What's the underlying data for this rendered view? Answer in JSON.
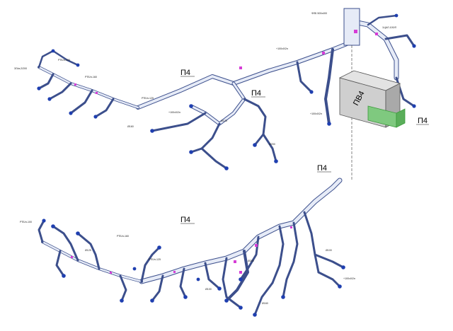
{
  "system_labels": {
    "p4_a": "П4",
    "p4_b": "П4",
    "p4_c": "П4",
    "p4_d": "П4",
    "pv4": "ПВ4"
  },
  "colors": {
    "duct_outline": "#3c4f8c",
    "duct_fill": "#e6ebf7",
    "diffuser": "#1f3fb0",
    "damper": "#d63cd6",
    "equipment": "#bdbdbd",
    "equipment_green": "#3a9b3a"
  },
  "callouts": {
    "c1": "РТБ/н-100",
    "c2": "ЗЛ/м-2/200",
    "c3": "РТБ/н-160",
    "c4": "РТБ/н-125",
    "c5": "+100х0/2н",
    "c6": "+100х0/2н",
    "c7": "1ЦАЛ-100/Л",
    "c8": "ФЛБ 500х400",
    "c9": "+100х0/2н",
    "c10": "РТБ/н-100",
    "c11": "РТБ/н-160",
    "c12": "Ø160",
    "c13": "Ø125",
    "c14": "Ø200",
    "c15": "Ø100",
    "c16": "Ø160",
    "c17": "Ø100",
    "c18": "Ø200",
    "c19": "Ø125",
    "c20": "РТБ/н-125",
    "c21": "+100х0/2н"
  }
}
